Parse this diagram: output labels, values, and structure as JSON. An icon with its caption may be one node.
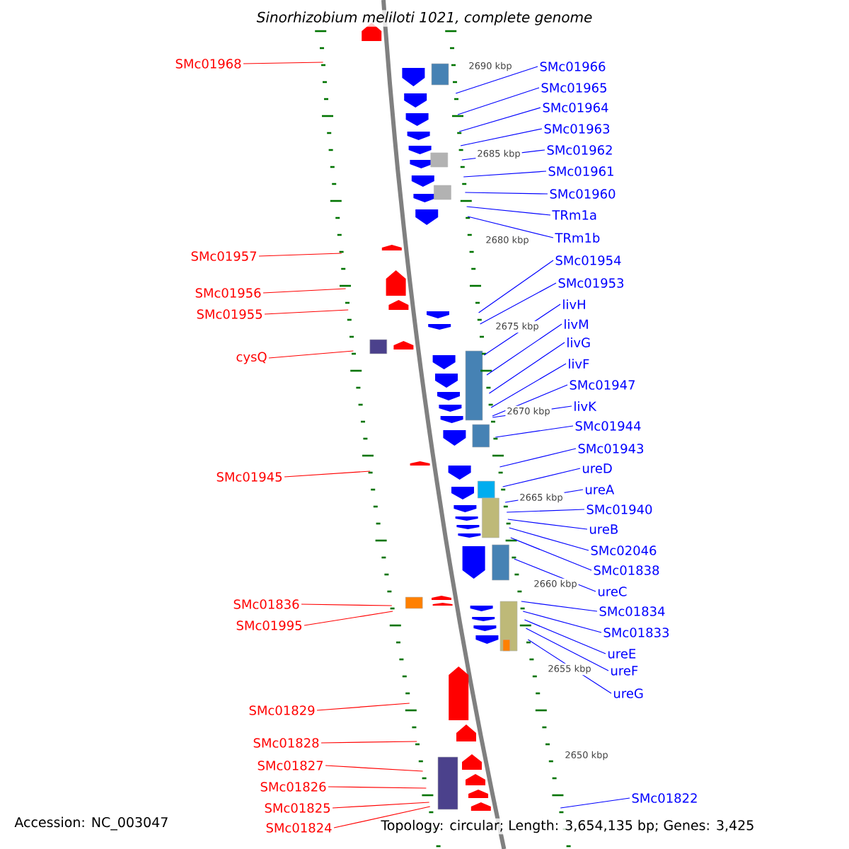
{
  "diagram": {
    "title": "Sinorhizobium meliloti 1021, complete genome",
    "nodes": [
      {
        "text": [
          "SMc01968"
        ]
      },
      {
        "text": [
          "SMc01957"
        ]
      },
      {
        "text": [
          "SMc01956"
        ]
      },
      {
        "text": [
          "SMc01955"
        ]
      },
      {
        "text": [
          "cysQ"
        ]
      },
      {
        "text": [
          "SMc01945"
        ]
      },
      {
        "text": [
          "SMc01836"
        ]
      },
      {
        "text": [
          "SMc01995"
        ]
      },
      {
        "text": [
          "SMc01829"
        ]
      },
      {
        "text": [
          "SMc01828"
        ]
      },
      {
        "text": [
          "SMc01827"
        ]
      },
      {
        "text": [
          "SMc01826"
        ]
      },
      {
        "text": [
          "SMc01825"
        ]
      },
      {
        "text": [
          "SMc01824"
        ]
      },
      {
        "text": [
          "SMc01966"
        ]
      },
      {
        "text": [
          "SMc01965"
        ]
      },
      {
        "text": [
          "SMc01964"
        ]
      },
      {
        "text": [
          "SMc01963"
        ]
      },
      {
        "text": [
          "SMc01962"
        ]
      },
      {
        "text": [
          "SMc01961"
        ]
      },
      {
        "text": [
          "SMc01960"
        ]
      },
      {
        "text": [
          "TRm1a"
        ]
      },
      {
        "text": [
          "TRm1b"
        ]
      },
      {
        "text": [
          "SMc01954"
        ]
      },
      {
        "text": [
          "SMc01953"
        ]
      },
      {
        "text": [
          "livH"
        ]
      },
      {
        "text": [
          "livM"
        ]
      },
      {
        "text": [
          "livG"
        ]
      },
      {
        "text": [
          "livF"
        ]
      },
      {
        "text": [
          "SMc01947"
        ]
      },
      {
        "text": [
          "livK"
        ]
      },
      {
        "text": [
          "SMc01944"
        ]
      },
      {
        "text": [
          "SMc01943"
        ]
      },
      {
        "text": [
          "ureD"
        ]
      },
      {
        "text": [
          "ureA"
        ]
      },
      {
        "text": [
          "SMc01940"
        ]
      },
      {
        "text": [
          "ureB"
        ]
      },
      {
        "text": [
          "SMc02046"
        ]
      },
      {
        "text": [
          "SMc01838"
        ]
      },
      {
        "text": [
          "ureC"
        ]
      },
      {
        "text": [
          "SMc01834"
        ]
      },
      {
        "text": [
          "SMc01833"
        ]
      },
      {
        "text": [
          "ureE"
        ]
      },
      {
        "text": [
          "ureF"
        ]
      },
      {
        "text": [
          "ureG"
        ]
      },
      {
        "text": [
          "SMc01822"
        ]
      },
      {
        "text": [],
        "shape": "circle"
      },
      {
        "text": [],
        "shape": "circle"
      }
    ],
    "edges": [
      {
        "from": 0,
        "to": 46,
        "arrow": "none",
        "color": "#ff0000"
      },
      {
        "from": 1,
        "to": 46,
        "arrow": "none",
        "color": "#ff0000"
      },
      {
        "from": 2,
        "to": 46,
        "arrow": "none",
        "color": "#ff0000"
      },
      {
        "from": 3,
        "to": 46,
        "arrow": "none",
        "color": "#ff0000"
      },
      {
        "from": 4,
        "to": 46,
        "arrow": "none",
        "color": "#ff0000"
      },
      {
        "from": 5,
        "to": 46,
        "arrow": "none",
        "color": "#ff0000"
      },
      {
        "from": 6,
        "to": 46,
        "arrow": "none",
        "color": "#ff0000"
      },
      {
        "from": 7,
        "to": 46,
        "arrow": "none",
        "color": "#ff0000"
      },
      {
        "from": 8,
        "to": 46,
        "arrow": "none",
        "color": "#ff0000"
      },
      {
        "from": 9,
        "to": 46,
        "arrow": "none",
        "color": "#ff0000"
      },
      {
        "from": 10,
        "to": 46,
        "arrow": "none",
        "color": "#ff0000"
      },
      {
        "from": 11,
        "to": 46,
        "arrow": "none",
        "color": "#ff0000"
      },
      {
        "from": 12,
        "to": 46,
        "arrow": "none",
        "color": "#ff0000"
      },
      {
        "from": 13,
        "to": 46,
        "arrow": "none",
        "color": "#ff0000"
      },
      {
        "from": 14,
        "to": 47,
        "arrow": "none"
      },
      {
        "from": 15,
        "to": 47,
        "arrow": "none"
      },
      {
        "from": 16,
        "to": 47,
        "arrow": "none"
      },
      {
        "from": 17,
        "to": 47,
        "arrow": "none"
      },
      {
        "from": 18,
        "to": 47,
        "arrow": "none"
      },
      {
        "from": 19,
        "to": 47,
        "arrow": "none"
      },
      {
        "from": 20,
        "to": 47,
        "arrow": "none"
      },
      {
        "from": 21,
        "to": 47,
        "arrow": "none"
      },
      {
        "from": 22,
        "to": 47,
        "arrow": "none"
      },
      {
        "from": 23,
        "to": 47,
        "arrow": "none"
      },
      {
        "from": 24,
        "to": 47,
        "arrow": "none"
      },
      {
        "from": 25,
        "to": 47,
        "arrow": "none"
      },
      {
        "from": 26,
        "to": 47,
        "arrow": "none"
      },
      {
        "from": 27,
        "to": 47,
        "arrow": "none"
      },
      {
        "from": 28,
        "to": 47,
        "arrow": "none"
      },
      {
        "from": 29,
        "to": 47,
        "arrow": "none"
      },
      {
        "from": 30,
        "to": 47,
        "arrow": "none"
      },
      {
        "from": 31,
        "to": 47,
        "arrow": "none"
      },
      {
        "from": 32,
        "to": 47,
        "arrow": "none"
      },
      {
        "from": 33,
        "to": 47,
        "arrow": "none"
      },
      {
        "from": 34,
        "to": 47,
        "arrow": "none"
      },
      {
        "from": 35,
        "to": 47,
        "arrow": "none"
      },
      {
        "from": 36,
        "to": 47,
        "arrow": "none"
      },
      {
        "from": 37,
        "to": 47,
        "arrow": "none"
      },
      {
        "from": 38,
        "to": 47,
        "arrow": "none"
      },
      {
        "from": 39,
        "to": 47,
        "arrow": "none"
      },
      {
        "from": 40,
        "to": 47,
        "arrow": "none"
      },
      {
        "from": 41,
        "to": 47,
        "arrow": "none"
      },
      {
        "from": 42,
        "to": 47,
        "arrow": "none"
      },
      {
        "from": 43,
        "to": 47,
        "arrow": "none"
      },
      {
        "from": 44,
        "to": 47,
        "arrow": "none"
      },
      {
        "from": 45,
        "to": 47,
        "arrow": "none"
      }
    ],
    "labels": [
      "2690 kbp",
      "2685 kbp",
      "2680 kbp",
      "2675 kbp",
      "2670 kbp",
      "2665 kbp",
      "2660 kbp",
      "2655 kbp",
      "2650 kbp",
      "Accession: NC_003047",
      "Topology: circular; Length: 3,654,135 bp; Genes: 3,425"
    ]
  }
}
